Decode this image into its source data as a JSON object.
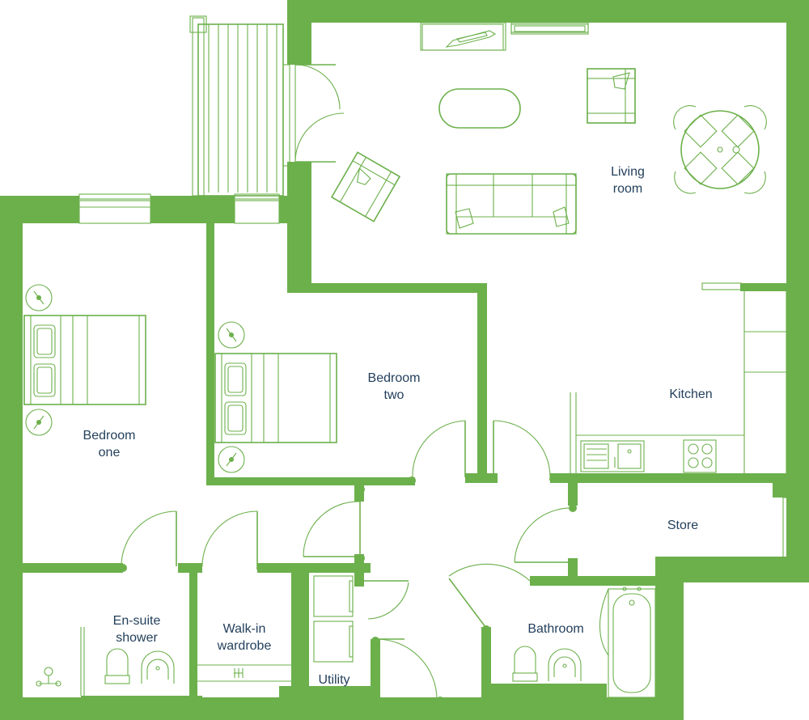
{
  "colors": {
    "wall": "#6cb04c",
    "label": "#24405c",
    "background": "#ffffff"
  },
  "rooms": {
    "living_room": {
      "line1": "Living",
      "line2": "room"
    },
    "kitchen": {
      "line1": "Kitchen"
    },
    "bedroom_two": {
      "line1": "Bedroom",
      "line2": "two"
    },
    "bedroom_one": {
      "line1": "Bedroom",
      "line2": "one"
    },
    "store": {
      "line1": "Store"
    },
    "bathroom": {
      "line1": "Bathroom"
    },
    "en_suite_shower": {
      "line1": "En-suite",
      "line2": "shower"
    },
    "walk_in_wardrobe": {
      "line1": "Walk-in",
      "line2": "wardrobe"
    },
    "utility": {
      "line1": "Utility"
    }
  }
}
